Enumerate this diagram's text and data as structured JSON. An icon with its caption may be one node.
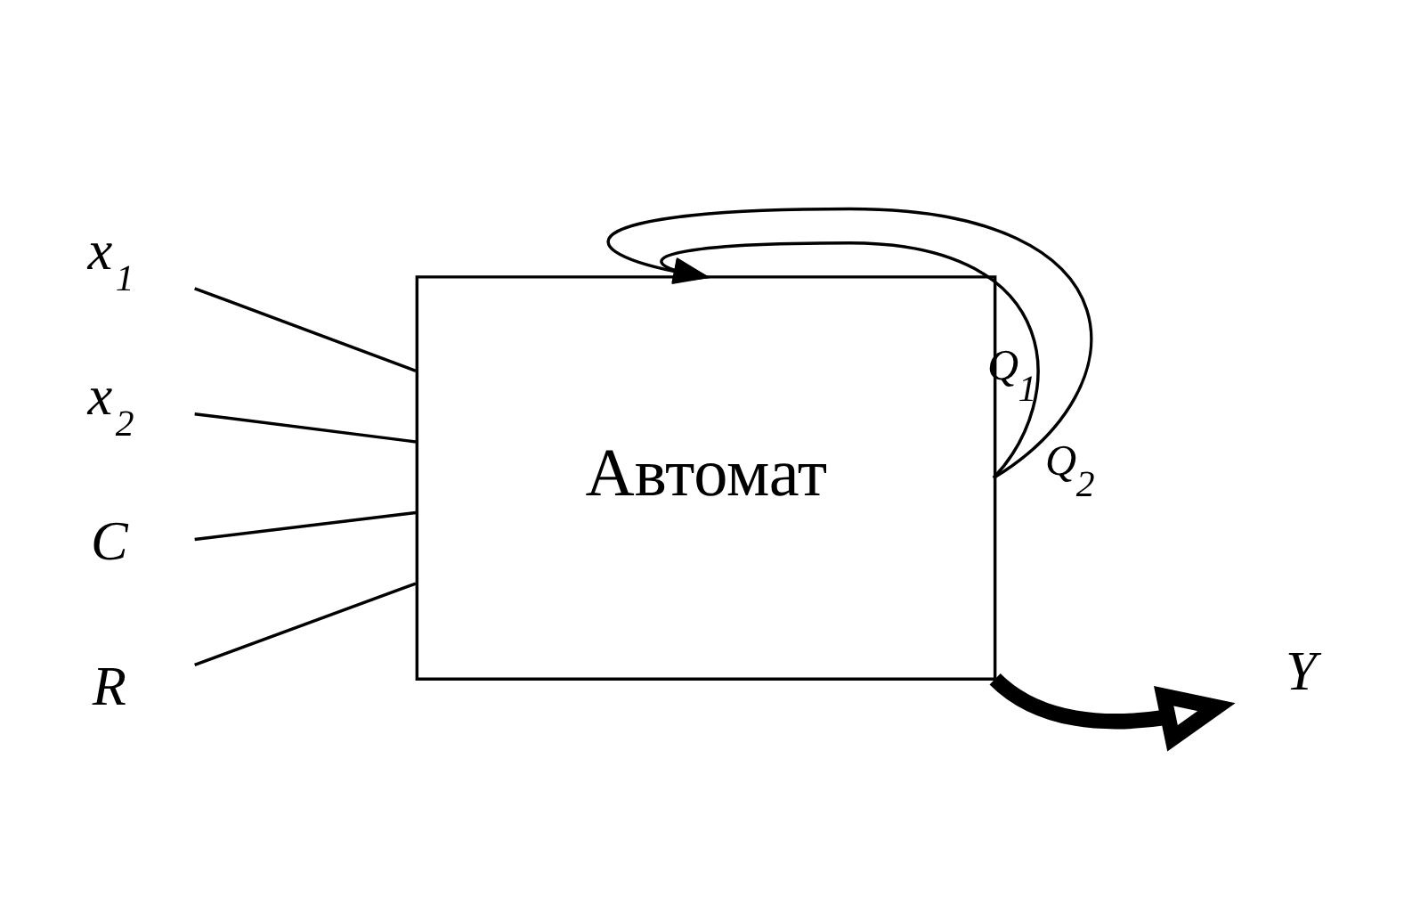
{
  "diagram": {
    "nodes": [
      {
        "text": [
          "x$_{1}$"
        ]
      },
      {
        "text": [
          "x$_{2}$"
        ]
      },
      {
        "text": [
          "C"
        ]
      },
      {
        "text": [
          "R"
        ]
      },
      {
        "text": [
          "Автомат"
        ]
      },
      {
        "text": [
          "Y"
        ]
      }
    ],
    "edges": [
      {
        "from": 0,
        "to": 4,
        "arrow": "none"
      },
      {
        "from": 1,
        "to": 4,
        "arrow": "none"
      },
      {
        "from": 2,
        "to": 4,
        "arrow": "none"
      },
      {
        "from": 3,
        "to": 4,
        "arrow": "none"
      },
      {
        "from": 4,
        "to": 4,
        "arrow": "to",
        "label": "Q$_{1}$"
      },
      {
        "from": 4,
        "to": 4,
        "arrow": "to",
        "label": "Q$_{2}$"
      },
      {
        "from": 4,
        "to": 5,
        "arrow": "to",
        "style": "thick"
      }
    ]
  }
}
